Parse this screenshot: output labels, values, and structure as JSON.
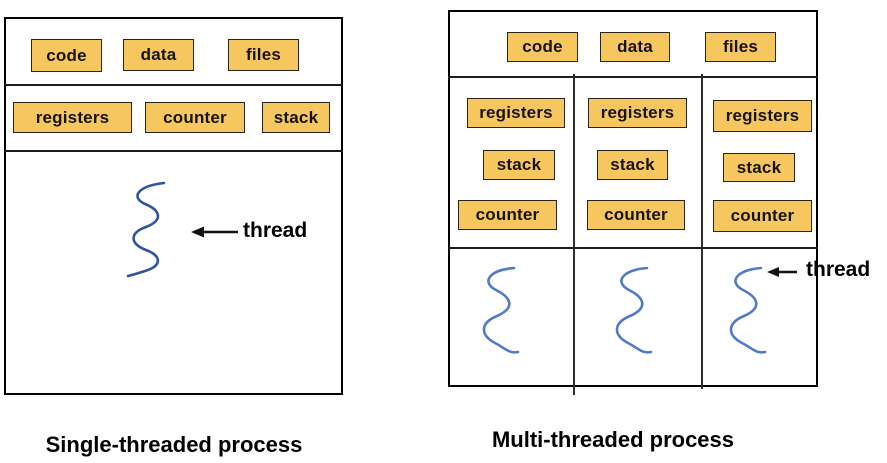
{
  "colors": {
    "background": "#ffffff",
    "box_fill": "#f6c75e",
    "box_border": "#2b2417",
    "panel_outline": "#000000",
    "thread_left": "#2e55a3",
    "thread_right": "#507bc8",
    "text": "#000000"
  },
  "left_panel": {
    "caption": "Single-threaded process",
    "resources": [
      "code",
      "data",
      "files"
    ],
    "context": [
      "registers",
      "counter",
      "stack"
    ],
    "thread_label": "thread",
    "thread_count": 1
  },
  "right_panel": {
    "caption": "Multi-threaded process",
    "resources": [
      "code",
      "data",
      "files"
    ],
    "columns": [
      [
        "registers",
        "stack",
        "counter"
      ],
      [
        "registers",
        "stack",
        "counter"
      ],
      [
        "registers",
        "stack",
        "counter"
      ]
    ],
    "thread_label": "thread",
    "thread_count": 3
  }
}
